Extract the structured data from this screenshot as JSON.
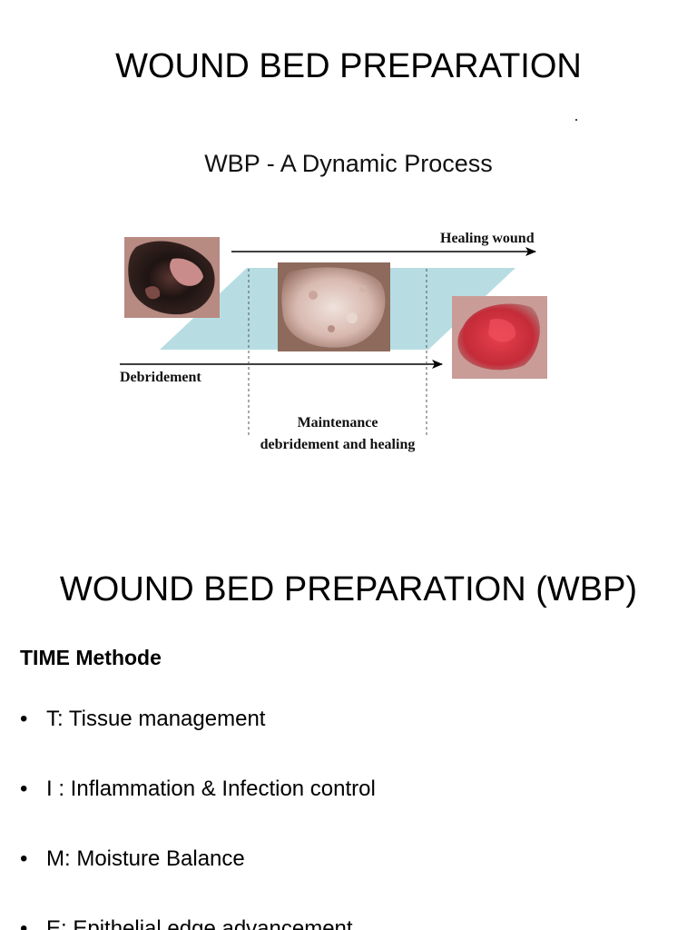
{
  "slide1": {
    "title": "WOUND BED PREPARATION",
    "figure": {
      "subtitle": "WBP - A Dynamic Process",
      "labels": {
        "healing": "Healing wound",
        "debridement": "Debridement",
        "maintenance_line1": "Maintenance",
        "maintenance_line2": "debridement and healing"
      },
      "colors": {
        "band": "#b7dde3",
        "necrotic": "#2a1d1a",
        "granulating": "#d93a45"
      }
    }
  },
  "slide2": {
    "title": "WOUND BED PREPARATION (WBP)",
    "heading": "TIME Methode",
    "bullet_glyph": "•",
    "bullets": [
      "T: Tissue management",
      "I : Inflammation & Infection control",
      "M: Moisture Balance",
      "E: Epithelial edge advancement"
    ]
  }
}
